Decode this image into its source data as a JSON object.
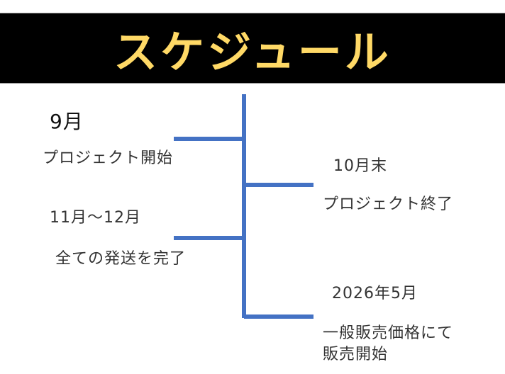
{
  "title": "スケジュール",
  "colors": {
    "banner_bg": "#000000",
    "title": "#FFD966",
    "timeline": "#4472C4"
  },
  "events": [
    {
      "date": "9月",
      "description": "プロジェクト開始"
    },
    {
      "date": "10月末",
      "description": "プロジェクト終了"
    },
    {
      "date": "11月〜12月",
      "description": "全ての発送を完了"
    },
    {
      "date": "2026年5月",
      "description_lines": [
        "一般販売価格にて",
        "販売開始"
      ]
    }
  ]
}
